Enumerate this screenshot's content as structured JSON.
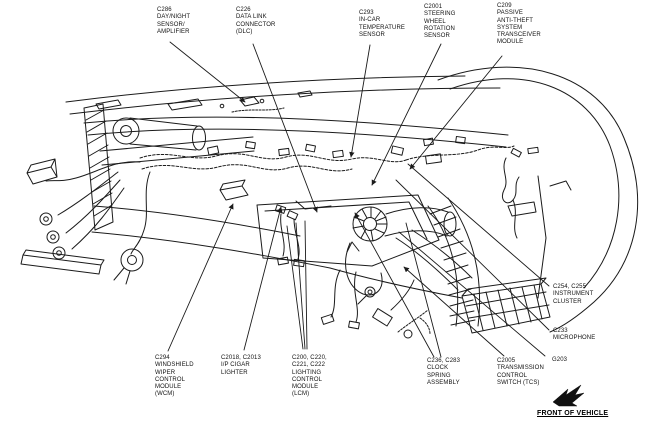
{
  "diagram": {
    "type": "automotive-wiring-component-location",
    "colors": {
      "line": "#1b1b1b",
      "background": "#ffffff"
    },
    "labels": [
      {
        "id": "c286",
        "text": "C286\nDAY/NIGHT\nSENSOR/\nAMPLIFIER"
      },
      {
        "id": "c226",
        "text": "C226\nDATA LINK\nCONNECTOR\n(DLC)"
      },
      {
        "id": "c293",
        "text": "C293\nIN-CAR\nTEMPERATURE\nSENSOR"
      },
      {
        "id": "c2001",
        "text": "C2001\nSTEERING\nWHEEL\nROTATION\nSENSOR"
      },
      {
        "id": "c209",
        "text": "C209\nPASSIVE\nANTI-THEFT\nSYSTEM\nTRANSCEIVER\nMODULE"
      },
      {
        "id": "c254_c255",
        "text": "C254, C255\nINSTRUMENT\nCLUSTER"
      },
      {
        "id": "c233",
        "text": "C233\nMICROPHONE"
      },
      {
        "id": "g203",
        "text": "G203"
      },
      {
        "id": "c294",
        "text": "C294\nWINDSHIELD\nWIPER\nCONTROL\nMODULE\n(WCM)"
      },
      {
        "id": "c2018_c2013",
        "text": "C2018, C2013\nI/P CIGAR\nLIGHTER"
      },
      {
        "id": "c200_c220_c221_c222",
        "text": "C200, C220,\nC221, C222\nLIGHTING\nCONTROL\nMODULE\n(LCM)"
      },
      {
        "id": "c236_c283",
        "text": "C236, C283\nCLOCK\nSPRING\nASSEMBLY"
      },
      {
        "id": "c2005",
        "text": "C2005\nTRANSMISSION\nCONTROL\nSWITCH (TCS)"
      }
    ],
    "front_marker": {
      "label": "FRONT OF VEHICLE"
    }
  }
}
